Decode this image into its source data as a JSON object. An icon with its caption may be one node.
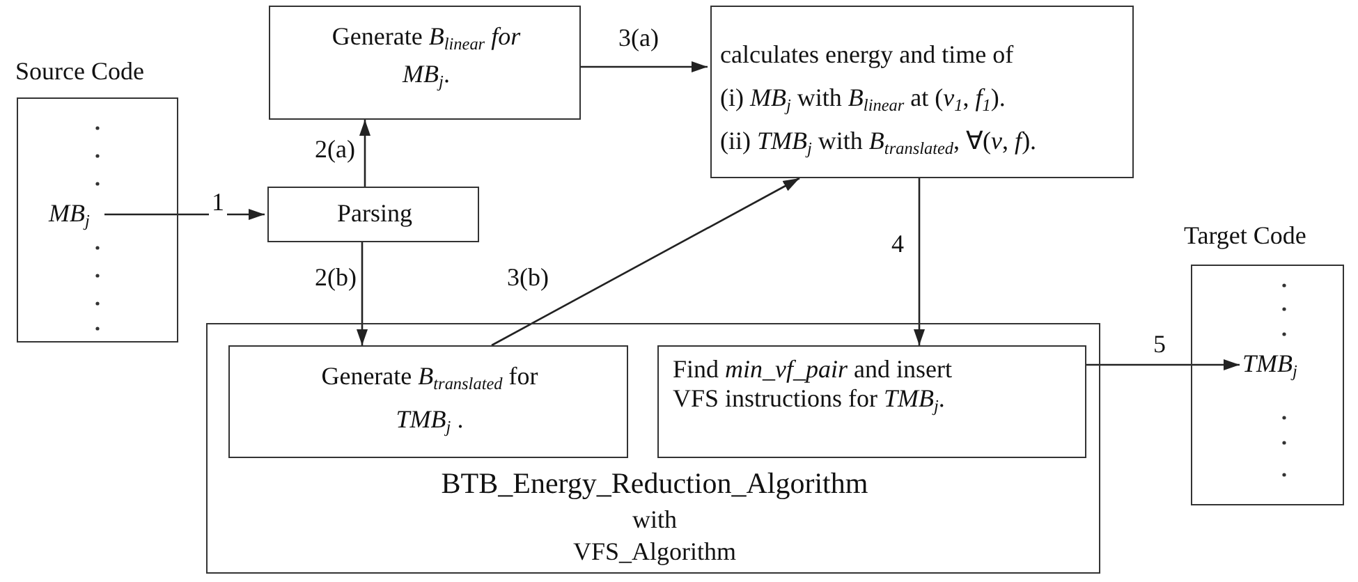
{
  "diagram": {
    "nodes": [
      {
        "text": [
          "Source Code"
        ]
      },
      {
        "text": [
          "*MB*$_{j}$"
        ],
        "in": 0
      },
      {
        "text": [
          "Parsing"
        ]
      },
      {
        "text": [
          "Generate *B*$_{linear}$ *for MB*$_{j}$."
        ]
      },
      {
        "text": [
          "calculates energy and time of",
          "(i) *MB*$_{j}$ with *B*$_{linear}$ at (*v*$_{1}$, *f*$_{1}$).",
          "(ii) *TMB*$_{j}$ with *B*$_{translated}$, ∀(*v*, *f*)."
        ]
      },
      {
        "text": [
          "BTB_Energy_Reduction_Algorithm",
          "with",
          "VFS_Algorithm"
        ]
      },
      {
        "text": [
          "Generate *B*$_{translated}$ for *TMB*$_{j}$ ."
        ],
        "in": 5
      },
      {
        "text": [
          "Find *min_vf_pair* and insert VFS instructions for *TMB*$_{j}$."
        ],
        "in": 5
      },
      {
        "text": [
          "Target Code"
        ]
      },
      {
        "text": [
          "*TMB*$_{j}$"
        ],
        "in": 8
      }
    ],
    "edges": [
      {
        "from": 1,
        "to": 2,
        "arrow": "to",
        "label": "1"
      },
      {
        "from": 2,
        "to": 3,
        "arrow": "to",
        "label": "2(a)"
      },
      {
        "from": 2,
        "to": 6,
        "arrow": "to",
        "label": "2(b)"
      },
      {
        "from": 3,
        "to": 4,
        "arrow": "to",
        "label": "3(a)"
      },
      {
        "from": 6,
        "to": 4,
        "arrow": "to",
        "label": "3(b)"
      },
      {
        "from": 4,
        "to": 7,
        "arrow": "to",
        "label": "4"
      },
      {
        "from": 7,
        "to": 9,
        "arrow": "to",
        "label": "5"
      }
    ]
  }
}
